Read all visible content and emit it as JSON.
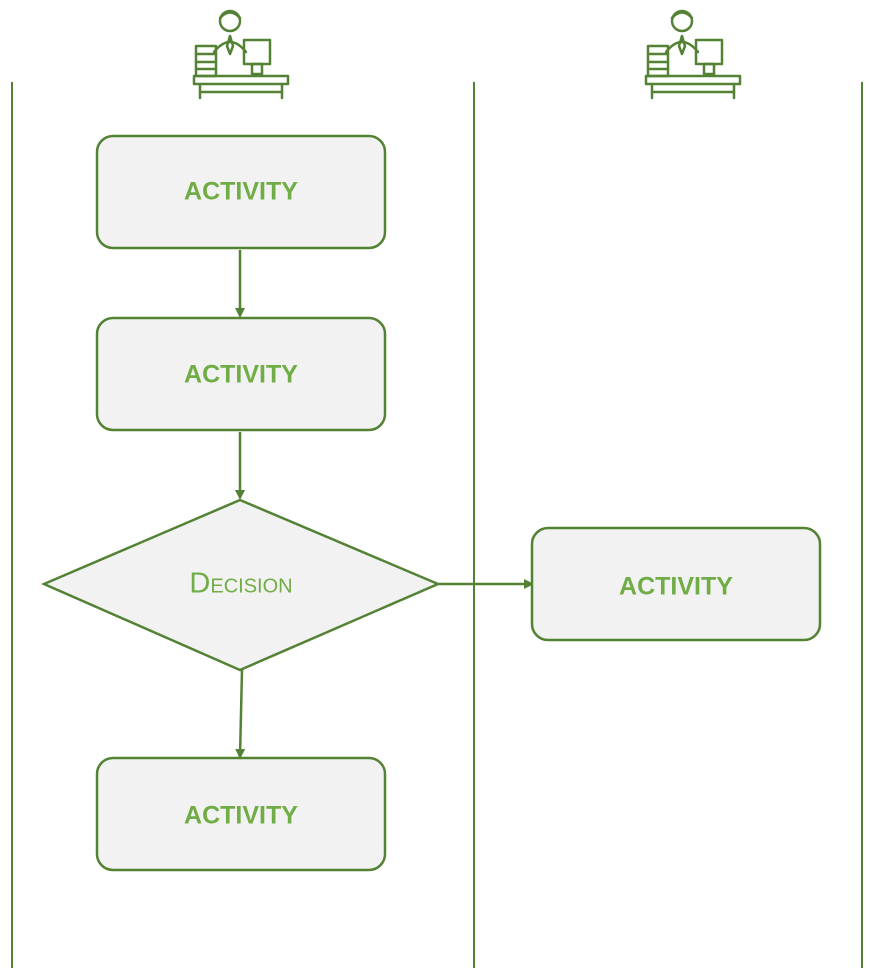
{
  "colors": {
    "stroke": "#548235",
    "text": "#70ad47",
    "shape_fill": "#f2f2f2",
    "background": "#ffffff"
  },
  "lanes": [
    {
      "icon": "office-worker-at-desk-icon"
    },
    {
      "icon": "office-worker-at-desk-icon"
    }
  ],
  "nodes": {
    "activity_1": {
      "label": "ACTIVITY"
    },
    "activity_2": {
      "label": "ACTIVITY"
    },
    "decision": {
      "label": "Decision"
    },
    "activity_3": {
      "label": "ACTIVITY"
    },
    "activity_4": {
      "label": "ACTIVITY"
    }
  },
  "edges": [
    {
      "from": "activity_1",
      "to": "activity_2"
    },
    {
      "from": "activity_2",
      "to": "decision"
    },
    {
      "from": "decision",
      "to": "activity_3"
    },
    {
      "from": "decision",
      "to": "activity_4"
    }
  ]
}
